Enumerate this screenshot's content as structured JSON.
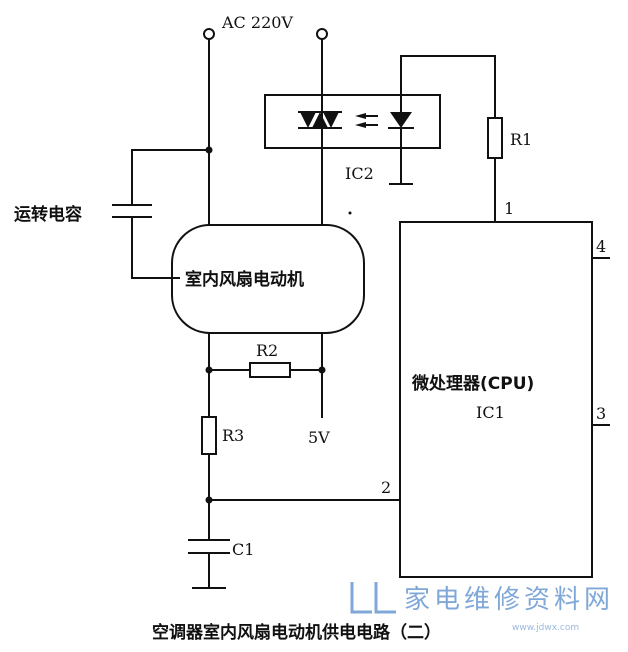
{
  "supply_label": "AC 220V",
  "capacitor_label": "运转电容",
  "motor_label": "室内风扇电动机",
  "optocoupler_label": "IC2",
  "r1_label": "R1",
  "r2_label": "R2",
  "r3_label": "R3",
  "c1_label": "C1",
  "vcc_label": "5V",
  "cpu_label": "微处理器(CPU)",
  "cpu_ref_label": "IC1",
  "pins": {
    "p1": "1",
    "p2": "2",
    "p3": "3",
    "p4": "4"
  },
  "caption": "空调器室内风扇电动机供电电路（二）",
  "watermark": {
    "text": "家电维修资料网",
    "url": "www.jdwx.com"
  },
  "colors": {
    "line": "#111111",
    "watermark": "#7fa7d8"
  }
}
